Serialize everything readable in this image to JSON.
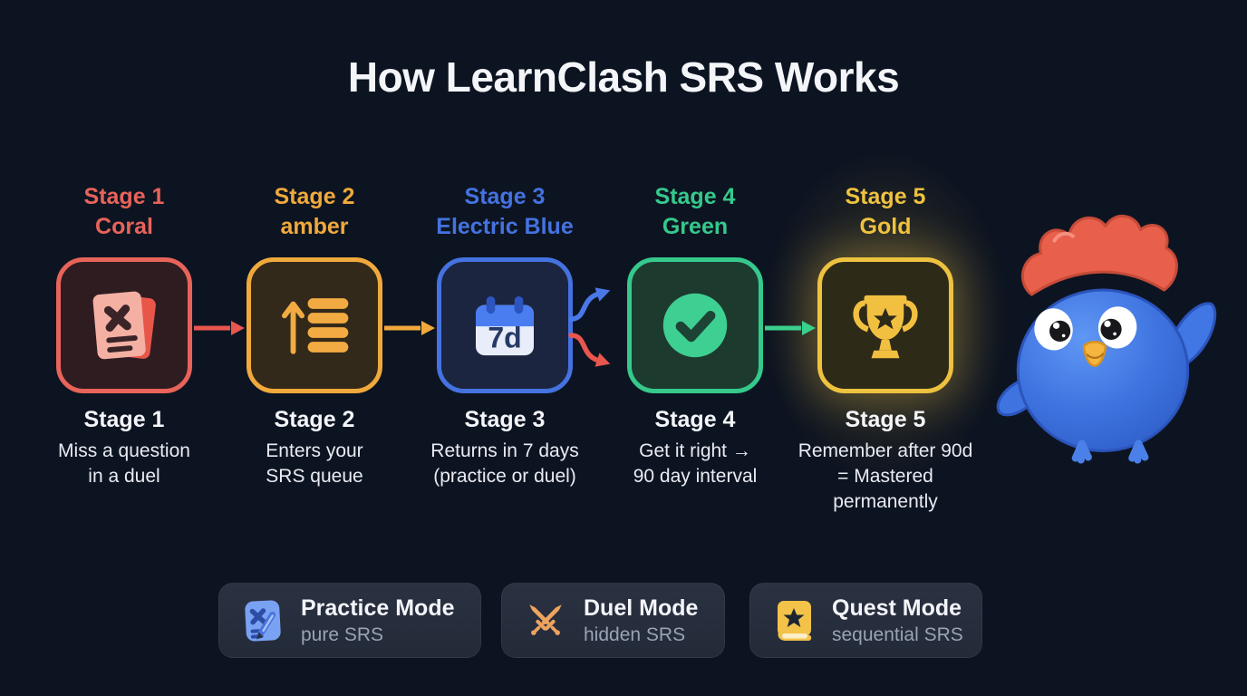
{
  "title": "How LearnClash SRS Works",
  "colors": {
    "background": "#0d1421",
    "coral": "#e8635a",
    "amber": "#f0a93c",
    "electric_blue": "#4472e0",
    "green": "#35c98c",
    "gold": "#eec23f",
    "text_primary": "#f3f5f9",
    "text_secondary": "#e8ebf2",
    "badge_background": "#262d3c",
    "badge_subtitle": "#9aa3b5"
  },
  "stages": [
    {
      "header_line1": "Stage 1",
      "header_line2": "Coral",
      "label": "Stage 1",
      "desc": [
        "Miss a question",
        "in a duel"
      ],
      "icon": "flashcard-x-icon",
      "color": "#e8635a"
    },
    {
      "header_line1": "Stage 2",
      "header_line2": "amber",
      "label": "Stage 2",
      "desc": [
        "Enters your",
        "SRS queue"
      ],
      "icon": "queue-icon",
      "color": "#f0a93c"
    },
    {
      "header_line1": "Stage 3",
      "header_line2": "Electric Blue",
      "label": "Stage 3",
      "desc": [
        "Returns in 7 days",
        "(practice or duel)"
      ],
      "icon": "calendar-7d-icon",
      "calendar_text": "7d",
      "color": "#4472e0"
    },
    {
      "header_line1": "Stage 4",
      "header_line2": "Green",
      "label": "Stage 4",
      "desc": [
        "Get it right →",
        "90 day interval"
      ],
      "icon": "checkmark-icon",
      "color": "#35c98c"
    },
    {
      "header_line1": "Stage 5",
      "header_line2": "Gold",
      "label": "Stage 5",
      "desc": [
        "Remember after 90d",
        "= Mastered",
        "permanently"
      ],
      "icon": "trophy-icon",
      "color": "#eec23f"
    }
  ],
  "arrows": [
    {
      "from": "stage-1",
      "to": "stage-2",
      "style": "straight",
      "color": "#e8564e"
    },
    {
      "from": "stage-2",
      "to": "stage-3",
      "style": "straight",
      "color": "#f0a93c"
    },
    {
      "from": "stage-3",
      "to": "stage-4",
      "style": "curved-up",
      "color": "#4a78e8"
    },
    {
      "from": "stage-3",
      "to": "stage-4",
      "style": "curved-down",
      "color": "#e8564e"
    },
    {
      "from": "stage-4",
      "to": "stage-5",
      "style": "straight",
      "color": "#3bcf8e"
    }
  ],
  "modes": [
    {
      "title": "Practice Mode",
      "subtitle": "pure SRS",
      "icon": "practice-pencil-icon"
    },
    {
      "title": "Duel Mode",
      "subtitle": "hidden SRS",
      "icon": "crossed-swords-icon"
    },
    {
      "title": "Quest Mode",
      "subtitle": "sequential SRS",
      "icon": "quest-book-icon"
    }
  ],
  "mascot": {
    "name": "learnclash-bird-mascot",
    "body_color": "#3f74e0",
    "crest_color": "#e8604c"
  }
}
